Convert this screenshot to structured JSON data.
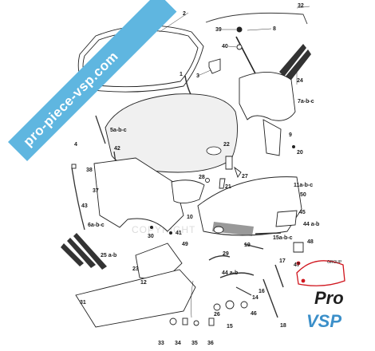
{
  "banner": {
    "text": "pro-piece-vsp.com",
    "color": "#5fb6e0"
  },
  "watermark": {
    "text": "COPYRIGHT"
  },
  "logo": {
    "pro": "Pro",
    "vsp": "VSP",
    "tag": "GROUP",
    "accent": "#d0161e",
    "blue": "#3b8fc9"
  },
  "labels": {
    "l2": "2",
    "l32": "32",
    "l39": "39",
    "l8": "8",
    "l40": "40",
    "l3": "3",
    "l1": "1",
    "l24": "24",
    "l7": "7a-b-c",
    "l9": "9",
    "l20": "20",
    "l4": "4",
    "l5": "5a-b-c",
    "l42": "42",
    "l22": "22",
    "l38": "38",
    "l37": "37",
    "l43": "43",
    "l6": "6a-b-c",
    "l10": "10",
    "l28": "28",
    "l21": "21",
    "l27": "27",
    "l11": "11a-b-c",
    "l50": "50",
    "l41": "41",
    "l45": "45",
    "l30": "30",
    "l49": "49",
    "l19": "19",
    "l15": "15a-b-c",
    "l44a": "44 a-b",
    "l48": "48",
    "l25": "25 a-b",
    "l29": "29",
    "l17": "17",
    "l44b": "44 a-b",
    "l47": "47",
    "l23": "23",
    "l12": "12",
    "l31": "31",
    "l16": "16",
    "l14": "14",
    "l26": "26",
    "l15b": "15",
    "l46": "46",
    "l33": "33",
    "l34": "34",
    "l35": "35",
    "l36": "36",
    "l18": "18"
  }
}
